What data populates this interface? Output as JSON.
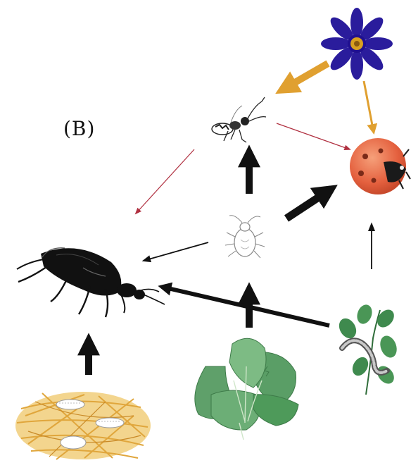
{
  "figure": {
    "panel_label": "(B)"
  },
  "colors": {
    "flower_petals": "#2a1c9c",
    "flower_center": "#d8a020",
    "flower_arrows": "#e0a030",
    "wasp_arrows": "#b03040",
    "black_arrows": "#111111",
    "ladybird": "#e86a45",
    "leaf_green": "#4e9a5a",
    "straw": "#e6b24a"
  },
  "nodes": [
    {
      "id": "flower",
      "icon": "flower-icon"
    },
    {
      "id": "parasitoid-wasp",
      "icon": "wasp-icon"
    },
    {
      "id": "ladybird",
      "icon": "ladybird-icon"
    },
    {
      "id": "aphid",
      "icon": "aphid-icon"
    },
    {
      "id": "ground-beetle",
      "icon": "ground-beetle-icon"
    },
    {
      "id": "caterpillar-on-plant",
      "icon": "caterpillar-icon"
    },
    {
      "id": "cabbage",
      "icon": "cabbage-icon"
    },
    {
      "id": "straw-mulch",
      "icon": "straw-icon"
    }
  ],
  "links": [
    {
      "from": "flower",
      "to": "parasitoid-wasp",
      "weight": "thick",
      "color": "orange"
    },
    {
      "from": "flower",
      "to": "ladybird",
      "weight": "medium",
      "color": "orange"
    },
    {
      "from": "parasitoid-wasp",
      "to": "ladybird",
      "weight": "thin",
      "color": "red"
    },
    {
      "from": "parasitoid-wasp",
      "to": "ground-beetle",
      "weight": "thin",
      "color": "red"
    },
    {
      "from": "aphid",
      "to": "parasitoid-wasp",
      "weight": "thick",
      "color": "black"
    },
    {
      "from": "aphid",
      "to": "ladybird",
      "weight": "thick",
      "color": "black"
    },
    {
      "from": "aphid",
      "to": "ground-beetle",
      "weight": "thin",
      "color": "black"
    },
    {
      "from": "cabbage",
      "to": "aphid",
      "weight": "thick",
      "color": "black"
    },
    {
      "from": "caterpillar-on-plant",
      "to": "ground-beetle",
      "weight": "thick",
      "color": "black"
    },
    {
      "from": "caterpillar-on-plant",
      "to": "ladybird",
      "weight": "thin",
      "color": "black"
    },
    {
      "from": "straw-mulch",
      "to": "ground-beetle",
      "weight": "thick",
      "color": "black"
    }
  ]
}
